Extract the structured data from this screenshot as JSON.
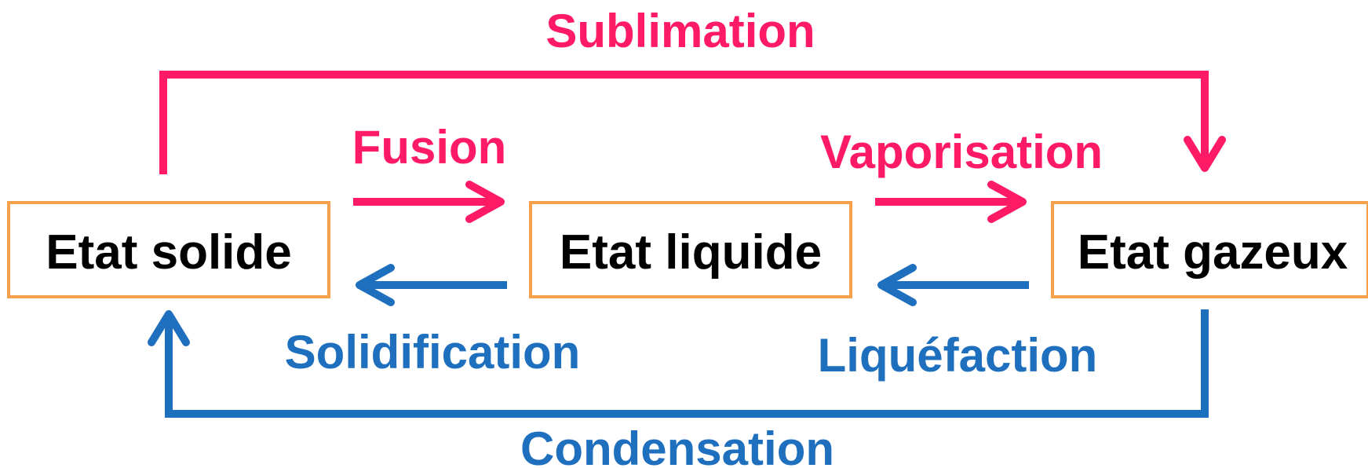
{
  "colors": {
    "warming": "#ff1a66",
    "cooling": "#1f6fbf",
    "box_border": "#f7a04b",
    "state_text": "#000000"
  },
  "states": {
    "solid": "Etat solide",
    "liquid": "Etat liquide",
    "gas": "Etat gazeux"
  },
  "transitions": {
    "sublimation": "Sublimation",
    "fusion": "Fusion",
    "vaporisation": "Vaporisation",
    "solidification": "Solidification",
    "liquefaction": "Liquéfaction",
    "condensation": "Condensation"
  }
}
